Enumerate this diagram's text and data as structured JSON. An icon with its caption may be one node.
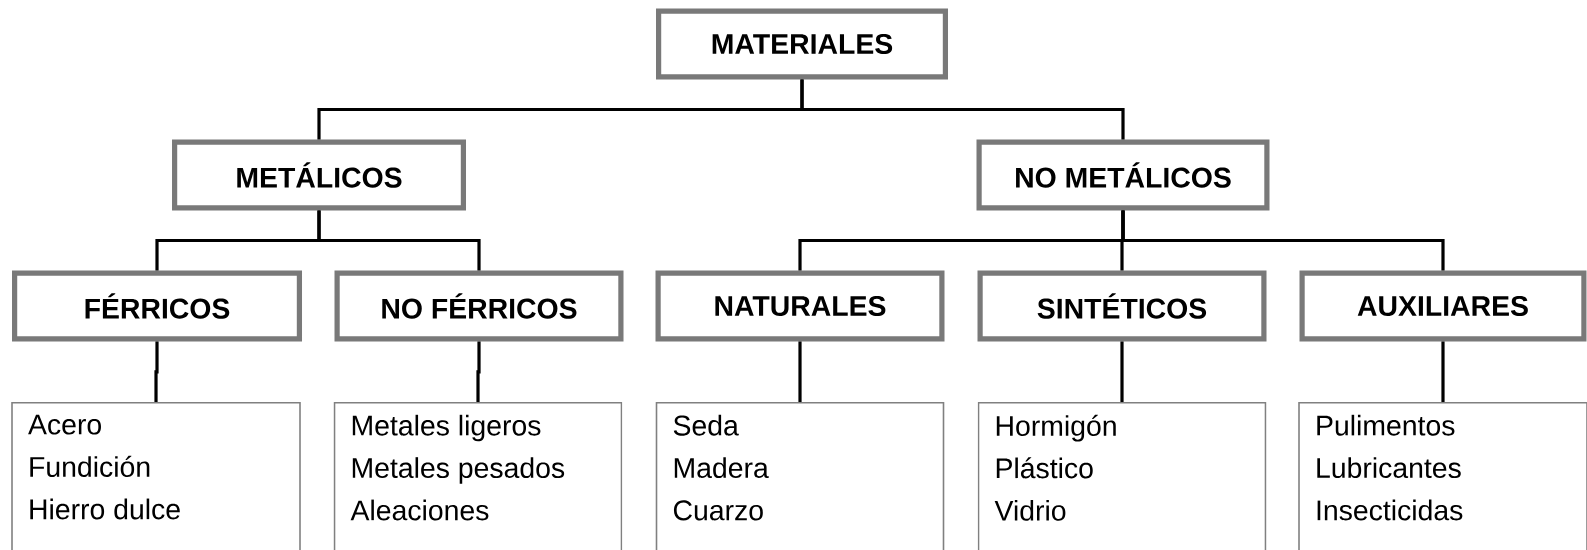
{
  "diagram": {
    "nodes": [
      {
        "text": [
          "MATERIALES"
        ]
      },
      {
        "text": [
          "METÁLICOS"
        ]
      },
      {
        "text": [
          "NO METÁLICOS"
        ]
      },
      {
        "text": [
          "FÉRRICOS"
        ]
      },
      {
        "text": [
          "NO FÉRRICOS"
        ]
      },
      {
        "text": [
          "NATURALES"
        ]
      },
      {
        "text": [
          "SINTÉTICOS"
        ]
      },
      {
        "text": [
          "AUXILIARES"
        ]
      },
      {
        "text": [
          "Acero",
          "Fundición",
          "Hierro dulce"
        ]
      },
      {
        "text": [
          "Metales ligeros",
          "Metales pesados",
          "Aleaciones"
        ]
      },
      {
        "text": [
          "Seda",
          "Madera",
          "Cuarzo"
        ]
      },
      {
        "text": [
          "Hormigón",
          "Plástico",
          "Vidrio"
        ]
      },
      {
        "text": [
          "Pulimentos",
          "Lubricantes",
          "Insecticidas"
        ]
      }
    ],
    "edges": [
      {
        "from": 0,
        "to": 1,
        "arrow": "none"
      },
      {
        "from": 0,
        "to": 2,
        "arrow": "none"
      },
      {
        "from": 1,
        "to": 3,
        "arrow": "none"
      },
      {
        "from": 1,
        "to": 4,
        "arrow": "none"
      },
      {
        "from": 2,
        "to": 5,
        "arrow": "none"
      },
      {
        "from": 2,
        "to": 6,
        "arrow": "none"
      },
      {
        "from": 2,
        "to": 7,
        "arrow": "none"
      },
      {
        "from": 3,
        "to": 8,
        "arrow": "none"
      },
      {
        "from": 4,
        "to": 9,
        "arrow": "none"
      },
      {
        "from": 5,
        "to": 10,
        "arrow": "none"
      },
      {
        "from": 6,
        "to": 11,
        "arrow": "none"
      },
      {
        "from": 7,
        "to": 12,
        "arrow": "none"
      }
    ]
  }
}
